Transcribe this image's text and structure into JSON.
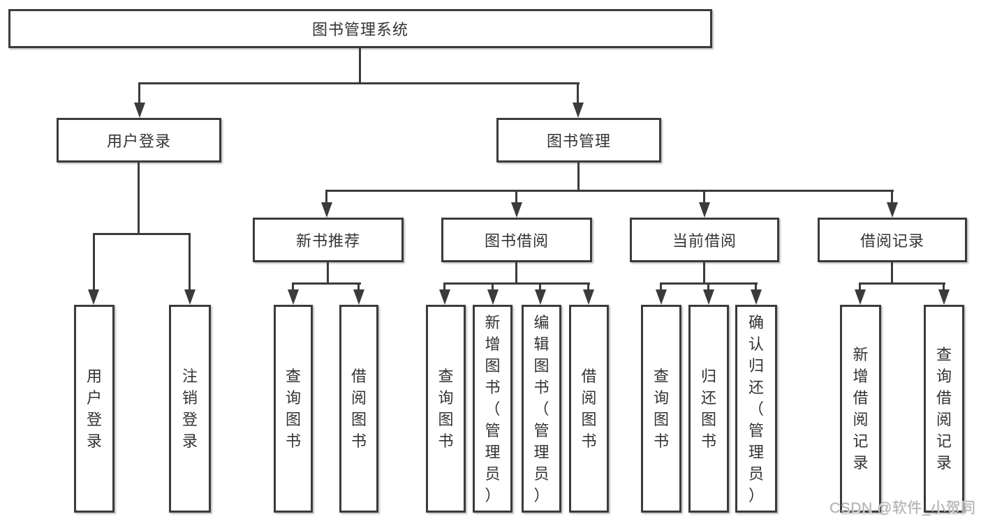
{
  "colors": {
    "background": "#ffffff",
    "line": "#3b3b3b",
    "text": "#333333",
    "watermark": "#b0b0b0"
  },
  "diagram": {
    "root": {
      "label": "图书管理系统"
    },
    "branches": [
      {
        "label": "用户登录",
        "children": [
          {
            "label": "用户登录"
          },
          {
            "label": "注销登录"
          }
        ]
      },
      {
        "label": "图书管理",
        "groups": [
          {
            "label": "新书推荐",
            "children": [
              {
                "label": "查询图书"
              },
              {
                "label": "借阅图书"
              }
            ]
          },
          {
            "label": "图书借阅",
            "children": [
              {
                "label": "查询图书"
              },
              {
                "label": "新增图书（管理员）"
              },
              {
                "label": "编辑图书（管理员）"
              },
              {
                "label": "借阅图书"
              }
            ]
          },
          {
            "label": "当前借阅",
            "children": [
              {
                "label": "查询图书"
              },
              {
                "label": "归还图书"
              },
              {
                "label": "确认归还（管理员）"
              }
            ]
          },
          {
            "label": "借阅记录",
            "children": [
              {
                "label": "新增借阅记录"
              },
              {
                "label": "查询借阅记录"
              }
            ]
          }
        ]
      }
    ]
  },
  "watermark": {
    "label": "CSDN @软件_小贺同学"
  }
}
